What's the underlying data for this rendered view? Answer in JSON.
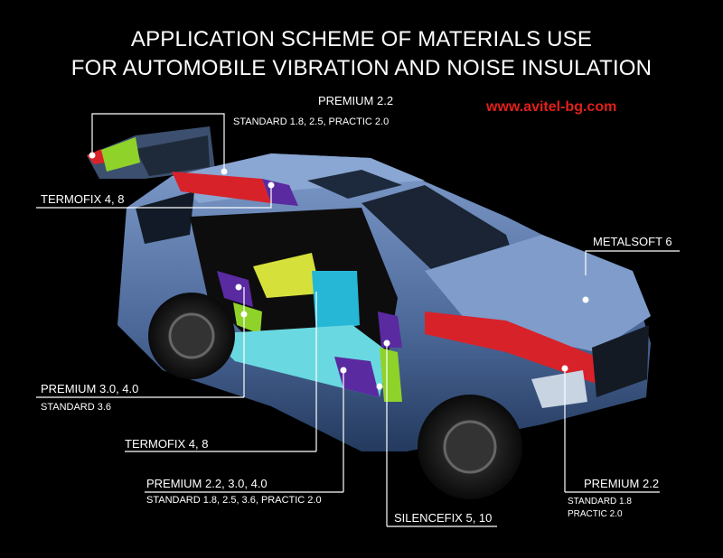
{
  "title_line1": "APPLICATION SCHEME OF MATERIALS USE",
  "title_line2": "FOR AUTOMOBILE VIBRATION AND NOISE INSULATION",
  "website": "www.avitel-bg.com",
  "labels": {
    "tailgate_main": "PREMIUM 2.2",
    "tailgate_sub": "STANDARD 1.8, 2.5, PRACTIC 2.0",
    "roof_rear": "TERMOFIX 4, 8",
    "hood": "METALSOFT 6",
    "rear_floor_main": "PREMIUM 3.0, 4.0",
    "rear_floor_sub": "STANDARD 3.6",
    "seat_area": "TERMOFIX 4, 8",
    "floor_main": "PREMIUM 2.2, 3.0, 4.0",
    "floor_sub": "STANDARD 1.8, 2.5, 3.6, PRACTIC 2.0",
    "firewall": "SILENCEFIX 5, 10",
    "front_main": "PREMIUM 2.2",
    "front_sub1": "STANDARD 1.8",
    "front_sub2": "PRACTIC 2.0"
  },
  "colors": {
    "background": "#000000",
    "website": "#e0201b",
    "body": "#4f6f9c",
    "zone_red": "#d8222a",
    "zone_green": "#8fd22a",
    "zone_purple": "#5a2aa0",
    "zone_yellow": "#d6e03a",
    "zone_cyan": "#27b7d6",
    "zone_lightcyan": "#6ad8e0"
  }
}
